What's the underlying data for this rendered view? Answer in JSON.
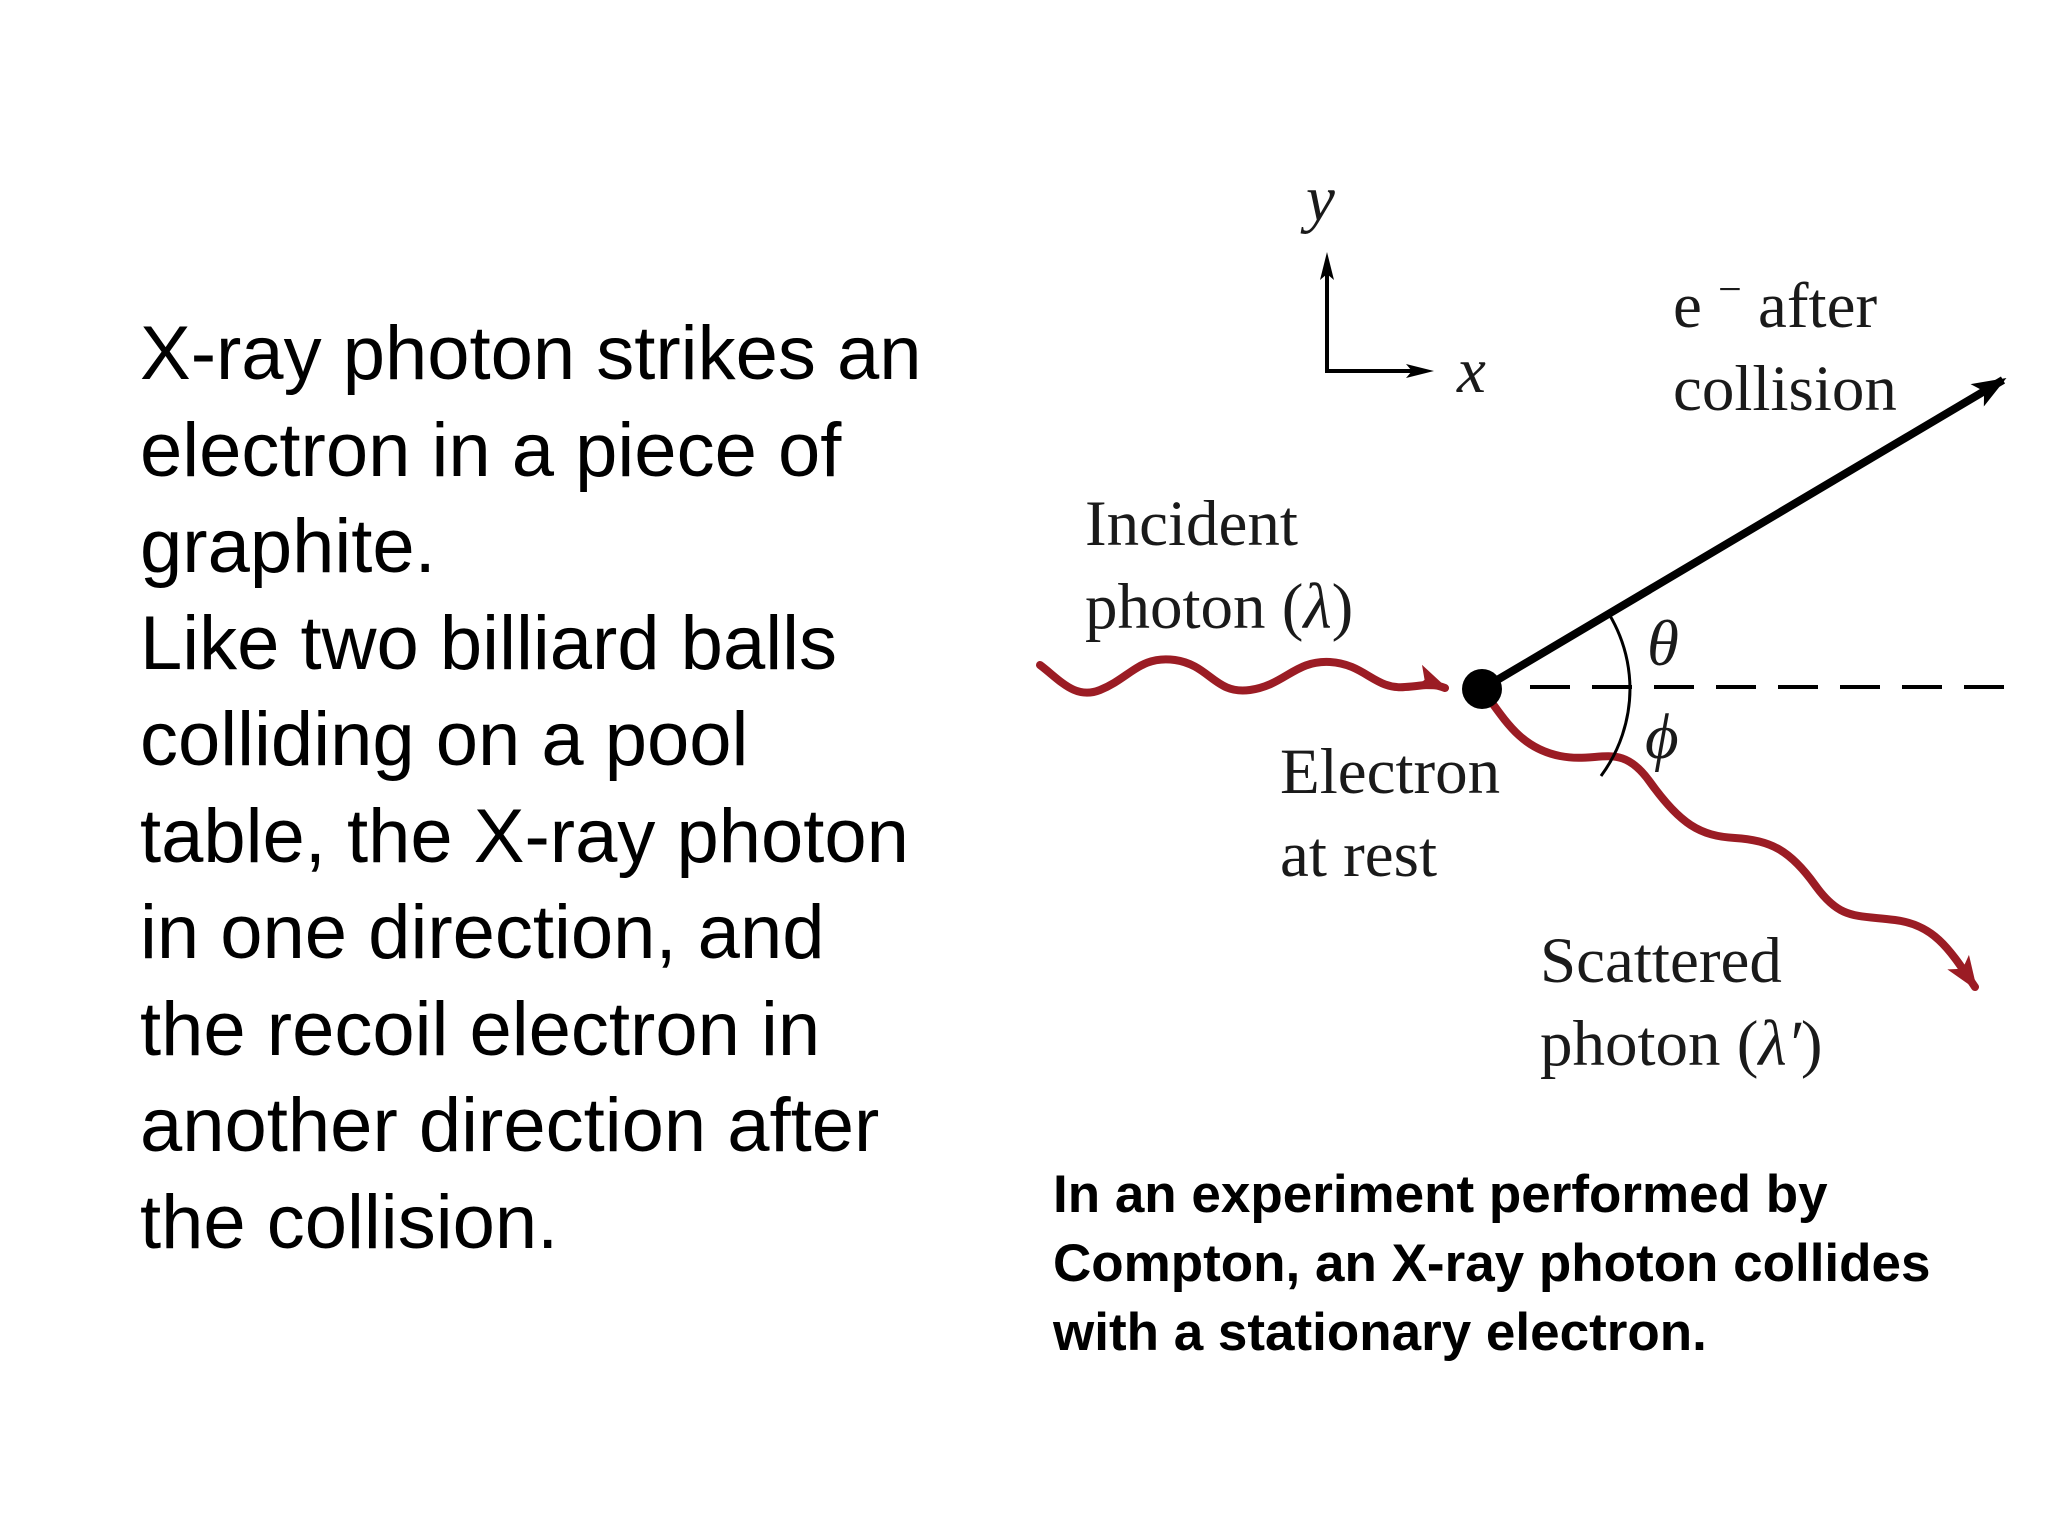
{
  "body_text": {
    "lines": [
      "X-ray photon strikes an",
      "electron in a piece of",
      "graphite.",
      "Like two billiard balls",
      "colliding on a pool",
      "table, the X-ray photon",
      "in one direction, and",
      "the recoil electron in",
      "another direction after",
      "the collision."
    ]
  },
  "diagram": {
    "axis_y_label": "y",
    "axis_x_label": "x",
    "electron_after_line1": "e",
    "electron_after_sup": "−",
    "electron_after_line1_rest": " after",
    "electron_after_line2": "collision",
    "incident_line1": "Incident",
    "incident_line2_prefix": "photon (",
    "incident_symbol": "λ",
    "incident_line2_suffix": ")",
    "electron_line1": "Electron",
    "electron_line2": "at rest",
    "scattered_line1": "Scattered",
    "scattered_line2_prefix": "photon (",
    "scattered_symbol": "λ′",
    "scattered_line2_suffix": ")",
    "theta_label": "θ",
    "phi_label": "ϕ",
    "colors": {
      "photon": "#9b1c24",
      "electron_path": "#000000",
      "axes": "#000000"
    }
  },
  "caption": {
    "lines": [
      "In an experiment performed by",
      "Compton, an X-ray photon collides",
      "with a stationary electron."
    ]
  }
}
